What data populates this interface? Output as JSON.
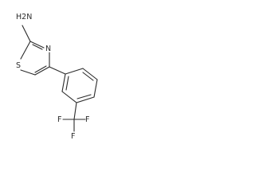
{
  "structure": {
    "atoms": {
      "amine": "H2N",
      "ring_nitrogen": "N",
      "ring_sulfur": "S",
      "fluorine_top": "F",
      "fluorine_left": "F",
      "fluorine_right": "F"
    }
  }
}
